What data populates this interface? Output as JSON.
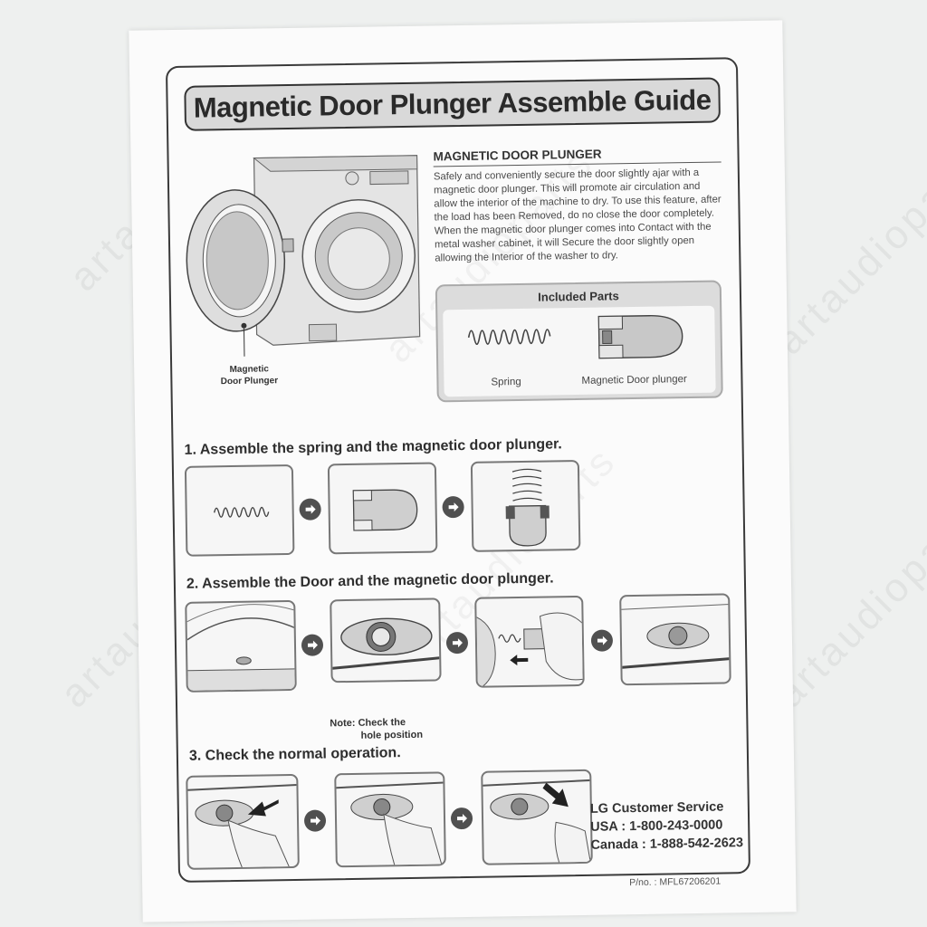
{
  "title": "Magnetic Door Plunger Assemble Guide",
  "intro": {
    "heading": "MAGNETIC DOOR PLUNGER",
    "body": "Safely and conveniently secure the door slightly ajar with a magnetic door plunger. This will promote air circulation and allow the interior of the machine to dry. To use this feature, after the load has been Removed, do no close the door completely. When the magnetic door plunger comes into Contact with the metal washer cabinet, it will Secure the door slightly open allowing the Interior of the washer to dry."
  },
  "washer_caption": {
    "line1": "Magnetic",
    "line2": "Door Plunger"
  },
  "included_parts": {
    "title": "Included Parts",
    "items": [
      "Spring",
      "Magnetic Door plunger"
    ]
  },
  "steps": [
    {
      "heading": "1. Assemble the spring and the magnetic door plunger."
    },
    {
      "heading": "2. Assemble the Door and the magnetic door plunger.",
      "note_line1": "Note: Check the",
      "note_line2": "hole position"
    },
    {
      "heading": "3. Check the normal operation."
    }
  ],
  "customer_service": {
    "title": "LG Customer Service",
    "usa": "USA : 1-800-243-0000",
    "canada": "Canada : 1-888-542-2623"
  },
  "part_number": "P/no. : MFL67206201",
  "watermark": "artaudioparts",
  "icons": [
    "arrow-right-icon",
    "spring-icon",
    "plunger-icon",
    "washer-illustration",
    "finger-icon"
  ],
  "colors": {
    "panel_border": "#777777",
    "title_fill": "#d9d9d9",
    "arrow_fill": "#505050"
  }
}
